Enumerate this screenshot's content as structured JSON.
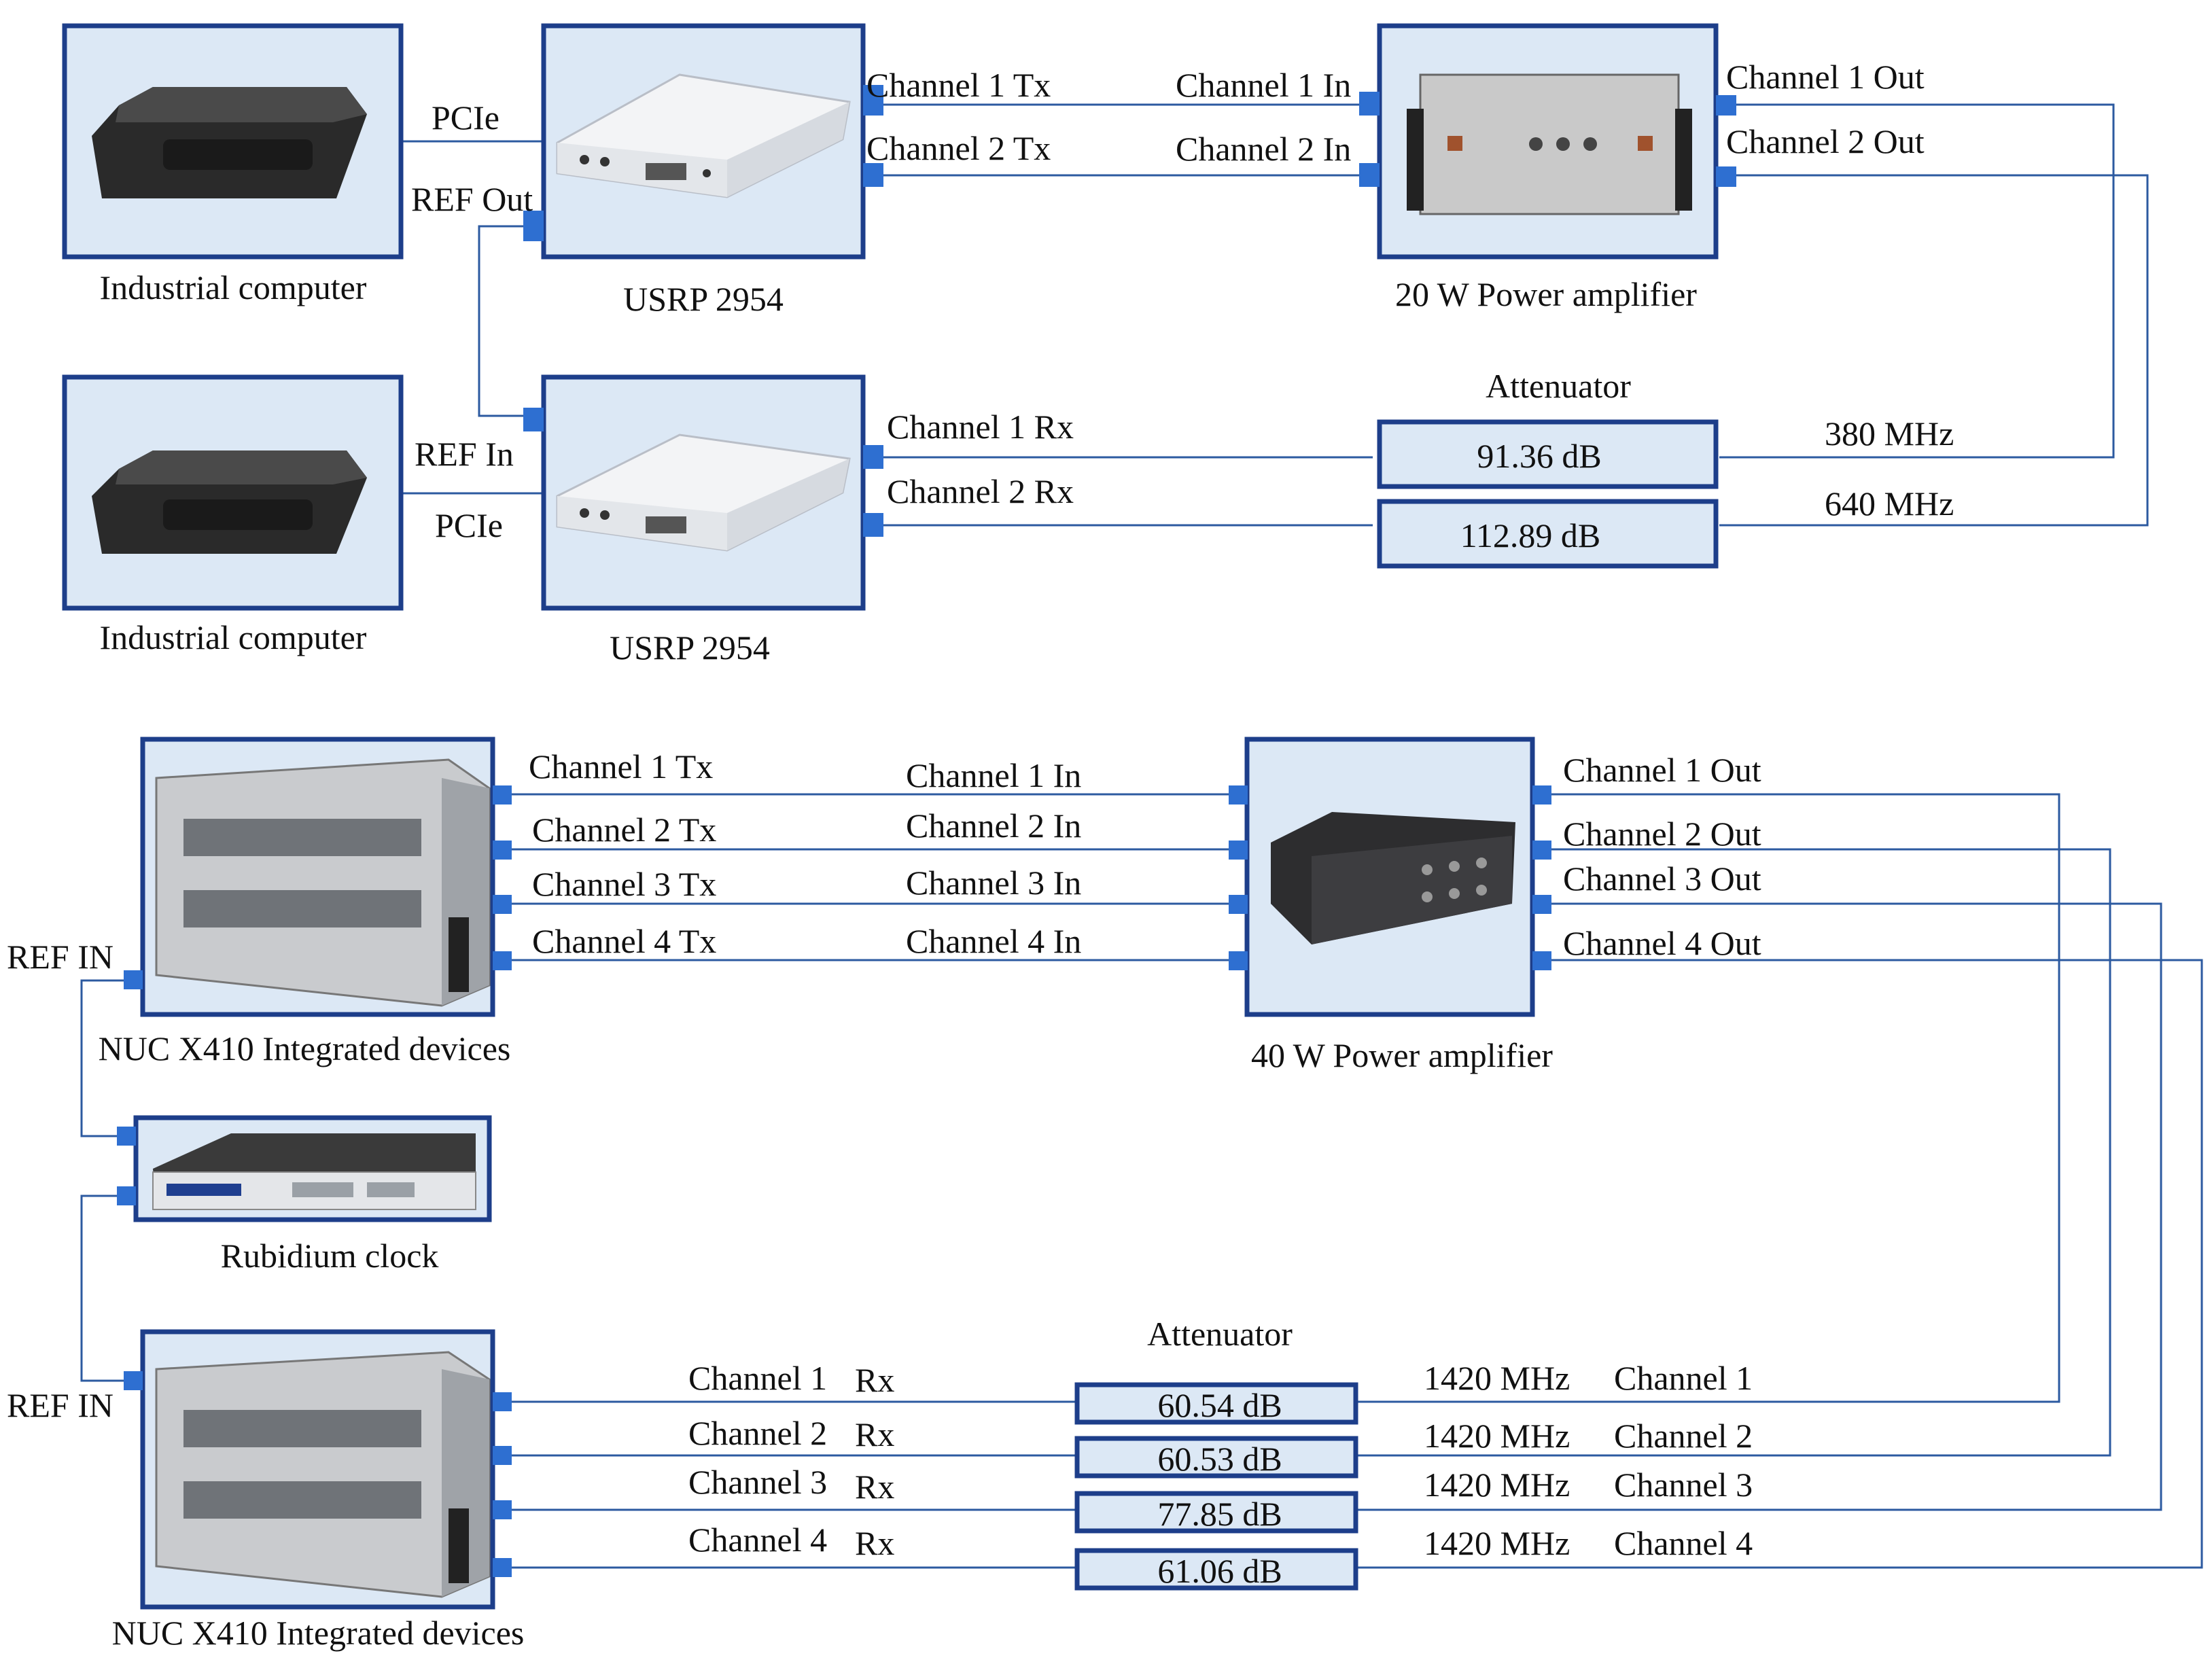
{
  "colors": {
    "box_fill": "#dce8f5",
    "box_border": "#1d3e8a",
    "wire": "#2c5aa0",
    "port": "#2e6fd1"
  },
  "top": {
    "computer_tx_caption": "Industrial computer",
    "computer_rx_caption": "Industrial computer",
    "usrp_tx_caption": "USRP 2954",
    "usrp_rx_caption": "USRP 2954",
    "pa_caption": "20 W Power amplifier",
    "attenuator_title": "Attenuator",
    "pcie_tx": "PCIe",
    "pcie_rx": "PCIe",
    "ref_out": "REF Out",
    "ref_in": "REF In",
    "tx1": "Channel 1 Tx",
    "tx2": "Channel 2 Tx",
    "in1": "Channel 1  In",
    "in2": "Channel 2  In",
    "out1": "Channel 1 Out",
    "out2": "Channel 2 Out",
    "rx1": "Channel 1 Rx",
    "rx2": "Channel 2 Rx",
    "att1": "91.36 dB",
    "att2": "112.89 dB",
    "freq1": "380 MHz",
    "freq2": "640 MHz"
  },
  "bottom": {
    "nuc_tx_caption": "NUC X410 Integrated devices",
    "nuc_rx_caption": "NUC X410 Integrated devices",
    "pa_caption": "40 W Power amplifier",
    "clock_caption": "Rubidium clock",
    "attenuator_title": "Attenuator",
    "ref_in_tx": "REF IN",
    "ref_in_rx": "REF IN",
    "tx": [
      "Channel 1  Tx",
      "Channel 2  Tx",
      "Channel 3 Tx",
      "Channel 4 Tx"
    ],
    "pa_in": [
      "Channel 1  In",
      "Channel 2  In",
      "Channel 3  In",
      "Channel 4  In"
    ],
    "pa_out": [
      "Channel 1 Out",
      "Channel 2 Out",
      "Channel 3 Out",
      "Channel 4 Out"
    ],
    "rx_channel": [
      "Channel 1",
      "Channel 2",
      "Channel 3",
      "Channel 4"
    ],
    "rx_word": "Rx",
    "att": [
      "60.54 dB",
      "60.53 dB",
      "77.85 dB",
      "61.06 dB"
    ],
    "freq": [
      "1420 MHz",
      "1420 MHz",
      "1420 MHz",
      "1420 MHz"
    ],
    "out_channel": [
      "Channel 1",
      "Channel 2",
      "Channel 3",
      "Channel 4"
    ]
  }
}
